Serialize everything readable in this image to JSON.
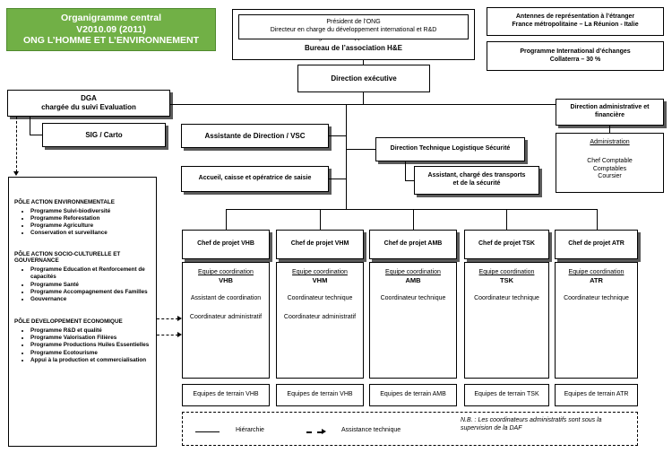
{
  "title": {
    "line1": "Organigramme central",
    "line2": "V2010.09 (2011)",
    "line3": "ONG L’HOMME ET L’ENVIRONNEMENT"
  },
  "bureau": {
    "president": "Président de l’ONG",
    "director_dev": "Directeur en charge du développement international et R&D",
    "label": "Bureau de l’association H&E"
  },
  "antennes": {
    "line1": "Antennes de représentation à l’étranger",
    "line2": "France métropolitaine – La Réunion - Italie"
  },
  "programme_intl": {
    "line1": "Programme International d’échanges",
    "line2": "Collaterra – 30 %"
  },
  "direction_executive": "Direction exécutive",
  "dga": {
    "line1": "DGA",
    "line2": "chargée du suivi Evaluation"
  },
  "sig": "SIG / Carto",
  "assistante_direction": "Assistante de Direction / VSC",
  "accueil": "Accueil, caisse et opératrice de saisie",
  "dtls": "Direction Technique Logistique Sécurité",
  "assistant_transport": {
    "line1": "Assistant, chargé des transports",
    "line2": "et de la sécurité"
  },
  "daf": {
    "line1": "Direction administrative et",
    "line2": "financière"
  },
  "administration": {
    "title": "Administration",
    "items": [
      "Chef Comptable",
      "Comptables",
      "Coursier"
    ]
  },
  "poles": [
    {
      "title": "PÔLE ACTION ENVIRONNEMENTALE",
      "items": [
        "Programme Suivi-biodiversité",
        "Programme Reforestation",
        "Programme Agriculture",
        "Conservation et surveillance"
      ]
    },
    {
      "title": "PÔLE ACTION SOCIO-CULTURELLE ET GOUVERNANCE",
      "items": [
        "Programme Education et Renforcement de capacités",
        "Programme Santé",
        "Programme Accompagnement des Familles",
        "Gouvernance"
      ]
    },
    {
      "title": "PÔLE DEVELOPPEMENT ECONOMIQUE",
      "items": [
        "Programme  R&D et qualité",
        "Programme Valorisation Filières",
        "Programme Productions  Huiles Essentielles",
        "Programme Ecotourisme",
        "Appui à la production et commercialisation"
      ]
    }
  ],
  "projects": [
    {
      "chef": "Chef de projet VHB",
      "equipe": "Equipe coordination",
      "code": "VHB",
      "roles": [
        "Assistant de coordination",
        "Coordinateur administratif"
      ],
      "terrain": "Equipes de terrain VHB"
    },
    {
      "chef": "Chef de projet VHM",
      "equipe": "Equipe coordination",
      "code": "VHM",
      "roles": [
        "Coordinateur technique",
        "Coordinateur administratif"
      ],
      "terrain": "Equipes de terrain VHB"
    },
    {
      "chef": "Chef de projet AMB",
      "equipe": "Equipe coordination",
      "code": "AMB",
      "roles": [
        "Coordinateur technique"
      ],
      "terrain": "Equipes de terrain AMB"
    },
    {
      "chef": "Chef de projet TSK",
      "equipe": "Equipe coordination",
      "code": "TSK",
      "roles": [
        "Coordinateur technique"
      ],
      "terrain": "Equipes de terrain TSK"
    },
    {
      "chef": "Chef de projet ATR",
      "equipe": "Equipe coordination",
      "code": "ATR",
      "roles": [
        "Coordinateur technique"
      ],
      "terrain": "Equipes de terrain ATR"
    }
  ],
  "legend": {
    "hierarchy": "Hiérarchie",
    "technical": "Assistance technique",
    "note_line1": "N.B. : Les coordinateurs administratifs sont sous la",
    "note_line2": "supervision de la DAF"
  },
  "colors": {
    "title_bg": "#71b046",
    "shadow": "#5a5a5a"
  }
}
